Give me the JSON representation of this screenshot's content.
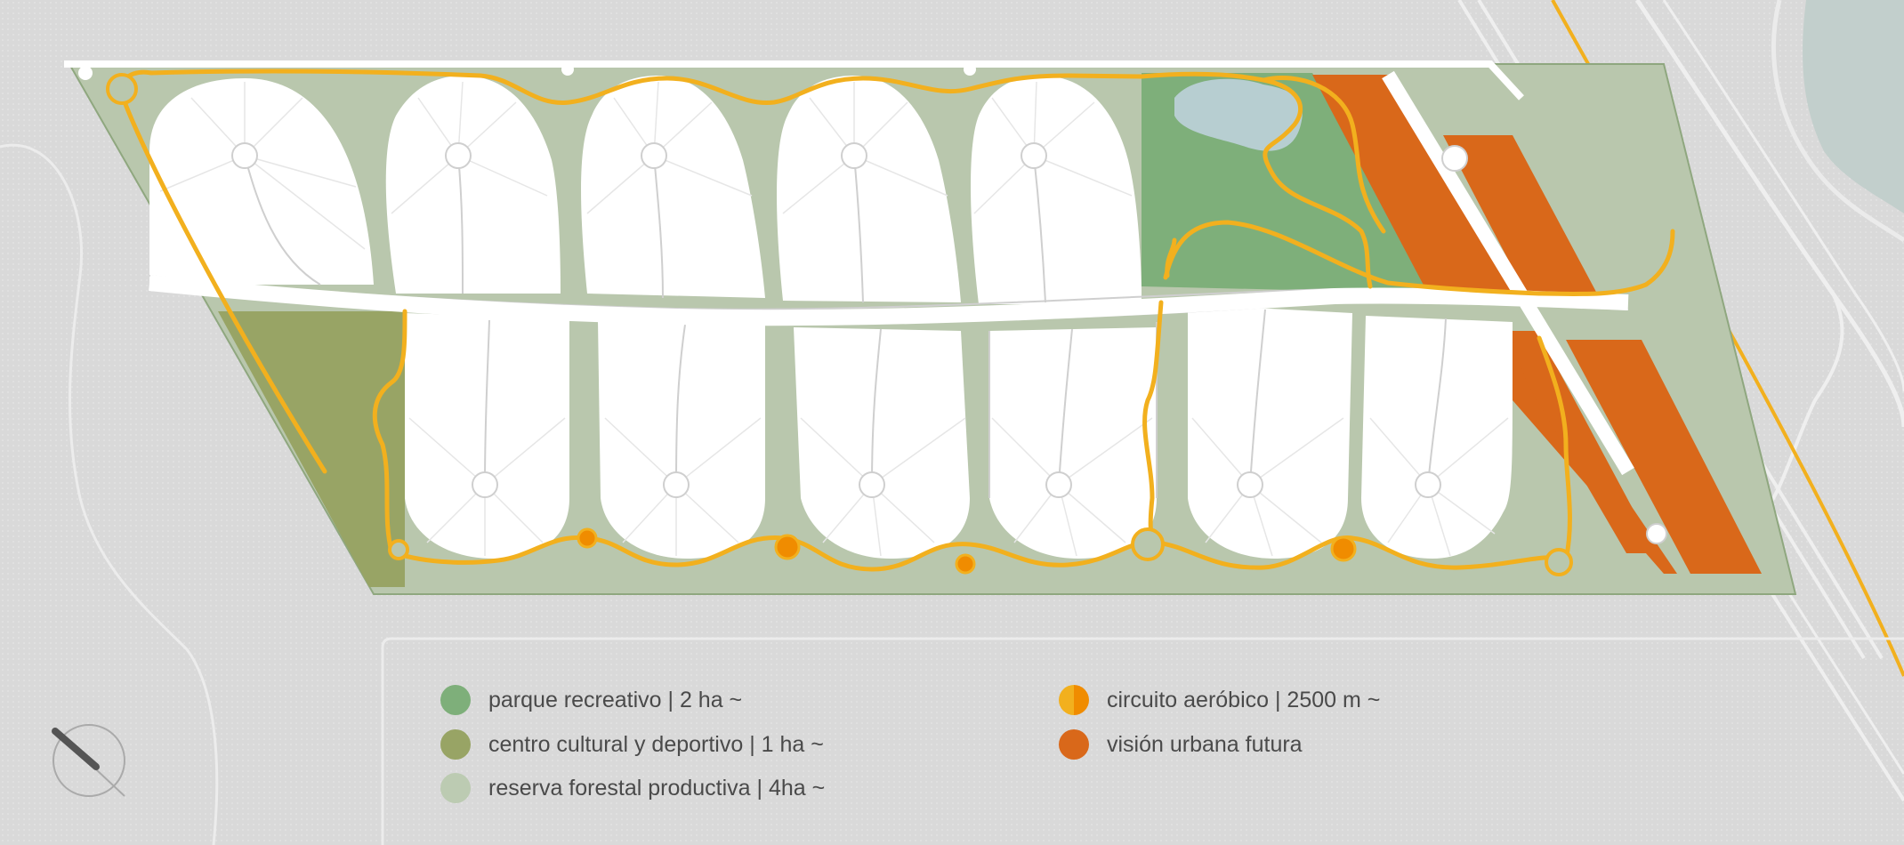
{
  "colors": {
    "background": "#d9d9d9",
    "site_base": "#b9c7ad",
    "site_edge": "#8fa77f",
    "lots": "#ffffff",
    "road_line": "#d4d4d4",
    "parque_recreativo": "#7eaf7a",
    "centro_cultural": "#98a465",
    "reserva_forestal": "#bccbb2",
    "circuito_aerobico": "#f2b01e",
    "vision_urbana": "#d9681a",
    "lake": "#b7ced1",
    "river": "#c2cfcc"
  },
  "legend": {
    "items": [
      {
        "label": "parque recreativo | 2 ha ~",
        "color": "#7eaf7a"
      },
      {
        "label": "centro cultural y deportivo | 1 ha ~",
        "color": "#98a465"
      },
      {
        "label": "reserva forestal productiva | 4ha ~",
        "color": "#bccbb2"
      },
      {
        "label": "circuito aeróbico | 2500 m ~",
        "color": "#f2b01e",
        "color2": "#f08c00",
        "split": true
      },
      {
        "label": "visión urbana futura",
        "color": "#d9681a"
      }
    ]
  },
  "icons": {
    "compass": "north-arrow-icon"
  }
}
